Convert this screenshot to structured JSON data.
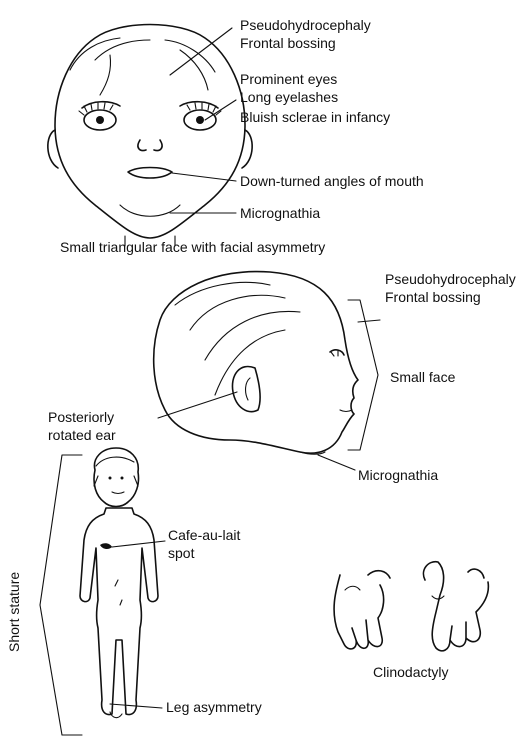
{
  "face_front": {
    "labels": {
      "pseudohydrocephaly": "Pseudohydrocephaly",
      "frontal_bossing": "Frontal bossing",
      "prominent_eyes": "Prominent eyes",
      "long_eyelashes": "Long eyelashes",
      "bluish_sclerae": "Bluish sclerae in infancy",
      "mouth": "Down-turned angles of mouth",
      "micrognathia": "Micrognathia"
    },
    "caption": "Small triangular face with facial asymmetry"
  },
  "face_profile": {
    "labels": {
      "pseudohydrocephaly": "Pseudohydrocephaly",
      "frontal_bossing": "Frontal bossing",
      "small_face": "Small face",
      "ear_line1": "Posteriorly",
      "ear_line2": "rotated ear",
      "micrognathia": "Micrognathia"
    }
  },
  "body": {
    "labels": {
      "cafe_line1": "Cafe-au-lait",
      "cafe_line2": "spot",
      "short_stature": "Short stature",
      "leg_asymmetry": "Leg asymmetry"
    }
  },
  "hands": {
    "caption": "Clinodactyly"
  },
  "colors": {
    "ink": "#111111",
    "background": "#ffffff"
  }
}
